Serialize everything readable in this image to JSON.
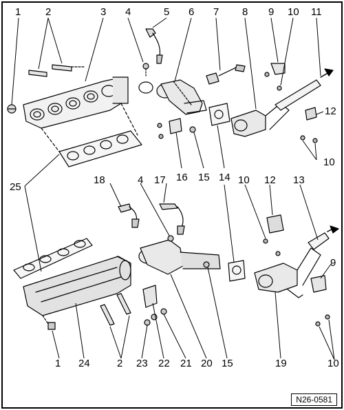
{
  "figure": {
    "reference": "N26-0581",
    "callouts": [
      {
        "id": "c1-top",
        "text": "1"
      },
      {
        "id": "c2-top",
        "text": "2"
      },
      {
        "id": "c3",
        "text": "3"
      },
      {
        "id": "c4-top",
        "text": "4"
      },
      {
        "id": "c5",
        "text": "5"
      },
      {
        "id": "c6",
        "text": "6"
      },
      {
        "id": "c7",
        "text": "7"
      },
      {
        "id": "c8",
        "text": "8"
      },
      {
        "id": "c9-top",
        "text": "9"
      },
      {
        "id": "c10-top-a",
        "text": "10"
      },
      {
        "id": "c11",
        "text": "11"
      },
      {
        "id": "c12-top",
        "text": "12"
      },
      {
        "id": "c10-top-b",
        "text": "10"
      },
      {
        "id": "c25",
        "text": "25"
      },
      {
        "id": "c16",
        "text": "16"
      },
      {
        "id": "c15-top",
        "text": "15"
      },
      {
        "id": "c14",
        "text": "14"
      },
      {
        "id": "c18",
        "text": "18"
      },
      {
        "id": "c4-bot",
        "text": "4"
      },
      {
        "id": "c17",
        "text": "17"
      },
      {
        "id": "c10-mid",
        "text": "10"
      },
      {
        "id": "c12-bot",
        "text": "12"
      },
      {
        "id": "c13",
        "text": "13"
      },
      {
        "id": "c9-bot",
        "text": "9"
      },
      {
        "id": "c1-bot",
        "text": "1"
      },
      {
        "id": "c24",
        "text": "24"
      },
      {
        "id": "c2-bot",
        "text": "2"
      },
      {
        "id": "c23",
        "text": "23"
      },
      {
        "id": "c22",
        "text": "22"
      },
      {
        "id": "c21",
        "text": "21"
      },
      {
        "id": "c20",
        "text": "20"
      },
      {
        "id": "c15-bot",
        "text": "15"
      },
      {
        "id": "c19",
        "text": "19"
      },
      {
        "id": "c10-bot",
        "text": "10"
      }
    ]
  }
}
